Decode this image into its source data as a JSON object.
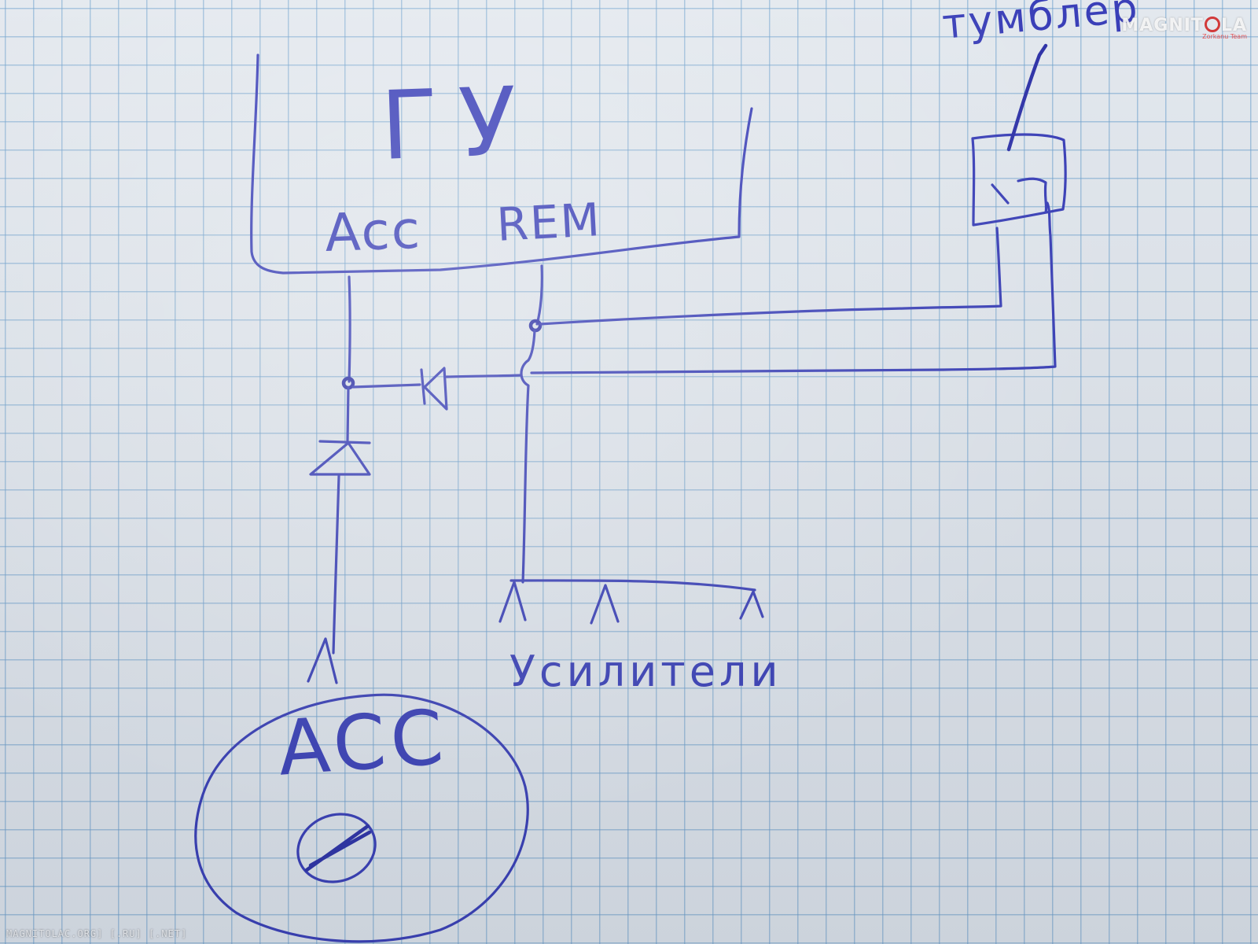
{
  "diagram": {
    "head_unit_label": "ГУ",
    "acc_pin_label": "Acc",
    "rem_pin_label": "REM",
    "tumbler_label": "тумблер",
    "consumers_label": "Усилители",
    "ignition_label": "ACC"
  },
  "colors": {
    "ink": "#3a3fb8",
    "paper": "#e3e8ee",
    "grid": "#6ea0cd"
  },
  "watermark": {
    "brand_left": "MAGNIT",
    "brand_right": "LA",
    "team": "Zorkanu Team"
  },
  "footer": {
    "text": "MAGNITOLAC.ORG] [.RU] [.NET]"
  }
}
